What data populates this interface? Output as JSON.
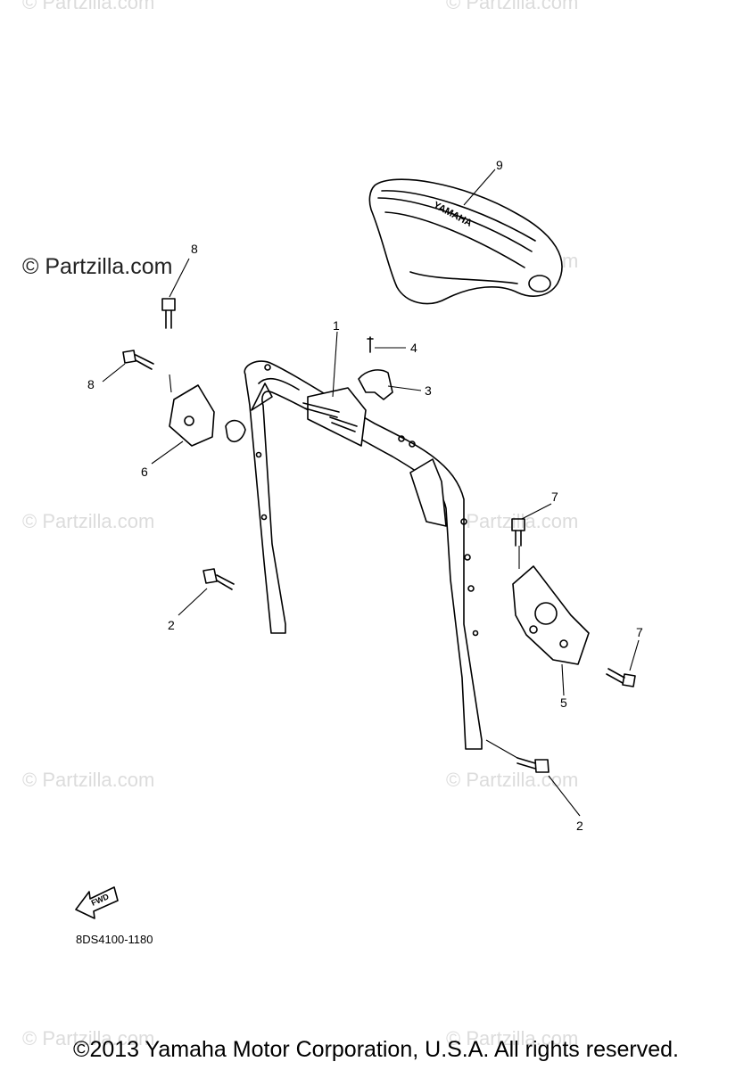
{
  "watermarks": {
    "site_symbol": "©",
    "site_text": "Partzilla.com",
    "main": "© Partzilla.com"
  },
  "callouts": [
    "1",
    "2",
    "2",
    "3",
    "4",
    "5",
    "6",
    "7",
    "7",
    "8",
    "8",
    "9"
  ],
  "seat_brand": "YAMAHA",
  "fwd_label": "FWD",
  "part_code": "8DS4100-1180",
  "copyright": "©2013 Yamaha Motor Corporation, U.S.A. All rights reserved."
}
